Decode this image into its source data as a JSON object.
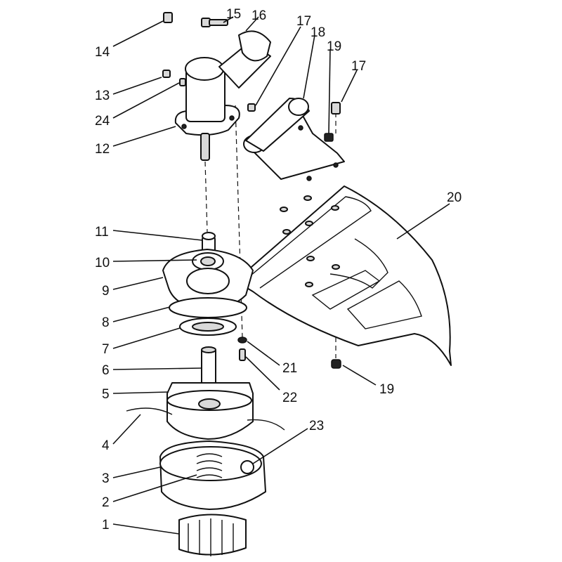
{
  "callouts": {
    "c1": "1",
    "c2": "2",
    "c3": "3",
    "c4": "4",
    "c5": "5",
    "c6": "6",
    "c7": "7",
    "c8": "8",
    "c9": "9",
    "c10": "10",
    "c11": "11",
    "c12": "12",
    "c13": "13",
    "c14": "14",
    "c15": "15",
    "c16": "16",
    "c17a": "17",
    "c17b": "17",
    "c18": "18",
    "c19a": "19",
    "c19b": "19",
    "c20": "20",
    "c21": "21",
    "c22": "22",
    "c23": "23",
    "c24": "24"
  }
}
